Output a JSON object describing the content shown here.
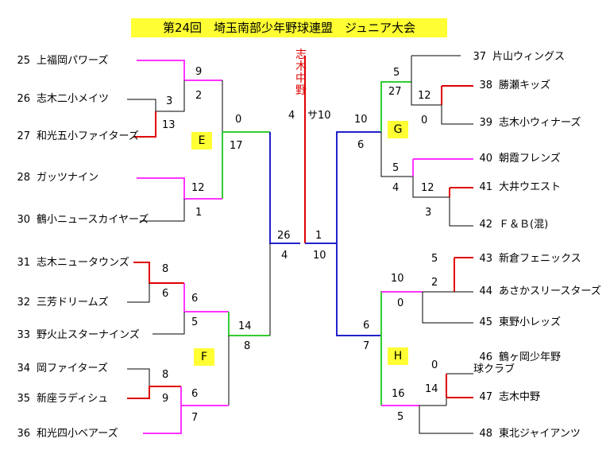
{
  "title": "第24回　埼玉南部少年野球連盟　ジュニア大会",
  "champion": [
    "志",
    "木",
    "中",
    "野"
  ],
  "blocks": {
    "E": "E",
    "F": "F",
    "G": "G",
    "H": "H"
  },
  "teams_left": [
    {
      "num": "25",
      "name": "上福岡パワーズ"
    },
    {
      "num": "26",
      "name": "志木二小メイツ"
    },
    {
      "num": "27",
      "name": "和光五小ファイターズ"
    },
    {
      "num": "28",
      "name": "ガッツナイン"
    },
    {
      "num": "30",
      "name": "鶴小ニュースカイヤーズ"
    },
    {
      "num": "31",
      "name": "志木ニュータウンズ"
    },
    {
      "num": "32",
      "name": "三芳ドリームズ"
    },
    {
      "num": "33",
      "name": "野火止スターナインズ"
    },
    {
      "num": "34",
      "name": "岡ファイターズ"
    },
    {
      "num": "35",
      "name": "新座ラディシュ"
    },
    {
      "num": "36",
      "name": "和光四小ベアーズ"
    }
  ],
  "teams_right": [
    {
      "num": "37",
      "name": "片山ウィングス"
    },
    {
      "num": "38",
      "name": "勝瀬キッズ"
    },
    {
      "num": "39",
      "name": "志木小ウィナーズ"
    },
    {
      "num": "40",
      "name": "朝霞フレンズ"
    },
    {
      "num": "41",
      "name": "大井ウエスト"
    },
    {
      "num": "42",
      "name": "Ｆ＆Ｂ(混)"
    },
    {
      "num": "43",
      "name": "新倉フェニックス"
    },
    {
      "num": "44",
      "name": "あさかスリースターズ"
    },
    {
      "num": "45",
      "name": "東野小レッズ"
    },
    {
      "num": "46",
      "name": "鶴ヶ岡少年野球クラブ"
    },
    {
      "num": "47",
      "name": "志木中野"
    },
    {
      "num": "48",
      "name": "東北ジャイアンツ"
    }
  ],
  "scores": {
    "m25": "9",
    "m2627": "2",
    "m26": "3",
    "m27": "13",
    "e_top": "0",
    "e_bottom": "17",
    "m28": "12",
    "m30": "1",
    "m31": "8",
    "m32": "6",
    "m3132": "6",
    "m33": "5",
    "f_top": "14",
    "f_bottom": "8",
    "m34": "8",
    "m35": "9",
    "m3435": "6",
    "m36": "7",
    "left_semi_top": "26",
    "left_semi_bottom": "4",
    "final_left": "4",
    "final_right": "サ10",
    "right_semi_top": "1",
    "right_semi_bottom": "10",
    "g_top": "10",
    "g_bottom": "6",
    "m37": "5",
    "m3839": "27",
    "m38": "12",
    "m39": "0",
    "m40": "5",
    "m4142": "4",
    "m41": "12",
    "m42": "3",
    "h_top": "6",
    "h_bottom": "7",
    "m4344": "10",
    "m43": "5",
    "m44": "2",
    "m45": "0",
    "m4647": "16",
    "m46": "0",
    "m47": "14",
    "m48": "5"
  },
  "colors": {
    "black": "#000000",
    "red": "#e00000",
    "magenta": "#ff33ff",
    "green": "#33cc33",
    "blue": "#2222cc",
    "yellow": "#ffff33"
  }
}
